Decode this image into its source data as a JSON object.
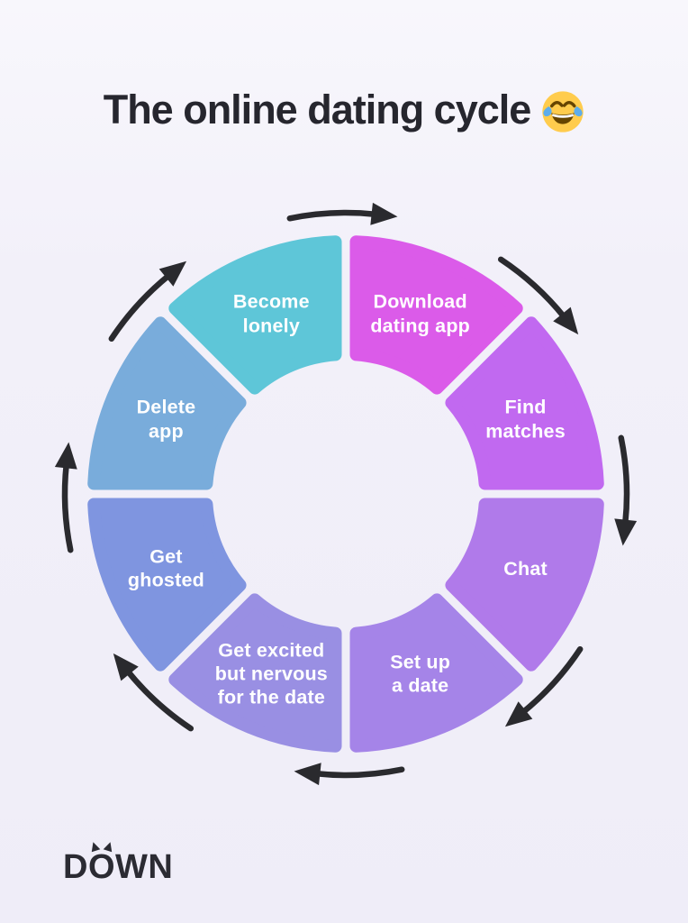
{
  "title": {
    "text": "The online dating cycle",
    "emoji": "😂"
  },
  "logo": {
    "text": "DOWN",
    "d": "D",
    "o": "O",
    "wn": "WN"
  },
  "chart_data": {
    "type": "cycle-diagram",
    "direction": "clockwise",
    "start_angle_deg": -90,
    "segment_count": 8,
    "segments": [
      {
        "label": "Download dating app",
        "lines": [
          "Download",
          "dating app"
        ],
        "color": "#DB5BE9"
      },
      {
        "label": "Find matches",
        "lines": [
          "Find",
          "matches"
        ],
        "color": "#C169F0"
      },
      {
        "label": "Chat",
        "lines": [
          "Chat"
        ],
        "color": "#B07AEA"
      },
      {
        "label": "Set up a date",
        "lines": [
          "Set up",
          "a date"
        ],
        "color": "#A584E8"
      },
      {
        "label": "Get excited but nervous for the date",
        "lines": [
          "Get excited",
          "but nervous",
          "for the date"
        ],
        "color": "#998FE3"
      },
      {
        "label": "Get ghosted",
        "lines": [
          "Get",
          "ghosted"
        ],
        "color": "#7F95E0"
      },
      {
        "label": "Delete app",
        "lines": [
          "Delete",
          "app"
        ],
        "color": "#79ACDB"
      },
      {
        "label": "Become lonely",
        "lines": [
          "Become",
          "lonely"
        ],
        "color": "#5EC6D8"
      }
    ],
    "arrow_color": "#2A2A2E",
    "label_color": "#FFFFFF",
    "title_color": "#26262E",
    "background_color": "#F2F0F9"
  }
}
